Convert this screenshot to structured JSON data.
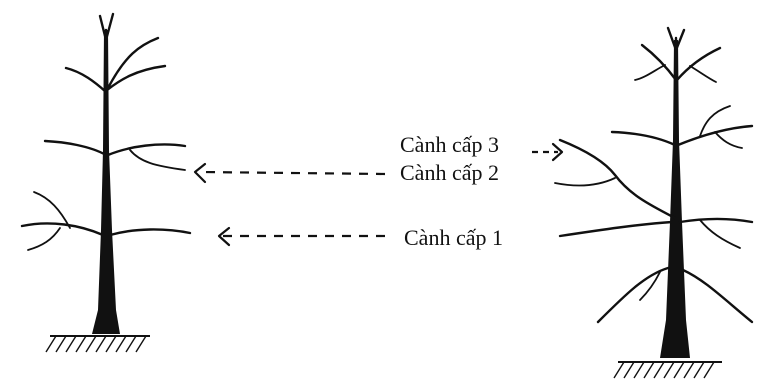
{
  "labels": {
    "branch_level_3": "Cành cấp 3",
    "branch_level_2": "Cành cấp 2",
    "branch_level_1": "Cành cấp 1"
  },
  "colors": {
    "ink": "#111111",
    "background": "#ffffff"
  }
}
